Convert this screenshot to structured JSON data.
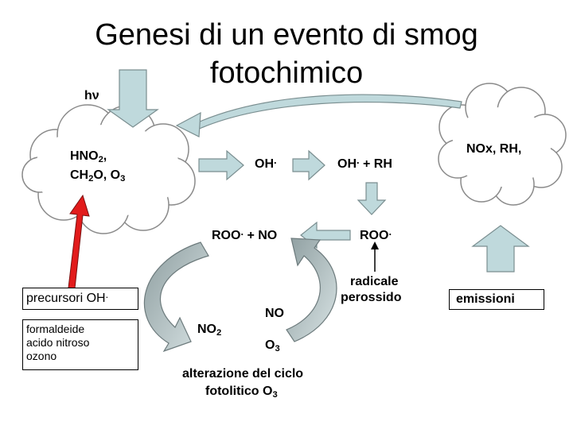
{
  "title": {
    "line1": "Genesi di un evento di smog",
    "line2": "fotochimico"
  },
  "light_label": "hν",
  "left_cloud": {
    "line1_a": "HNO",
    "line1_sub": "2",
    "line1_b": ",",
    "line2_a": "CH",
    "line2_sub1": "2",
    "line2_b": "O, O",
    "line2_sub2": "3"
  },
  "right_cloud_label": "NOx, RH,",
  "oh_radical": {
    "text": "OH",
    "dot": "."
  },
  "oh_plus_rh": {
    "a": "OH",
    "dot": ".",
    "b": " + RH"
  },
  "roo_plus_no": {
    "a": "ROO",
    "dot": ".",
    "b": " + NO"
  },
  "roo": {
    "a": "ROO",
    "dot": "."
  },
  "radicale_perossido": {
    "line1": "radicale",
    "line2": "perossido"
  },
  "no_label": "NO",
  "no2": {
    "a": "NO",
    "sub": "2"
  },
  "o3": {
    "a": "O",
    "sub": "3"
  },
  "alterazione": {
    "line1": "alterazione del ciclo",
    "line2_a": "fotolitico O",
    "line2_sub": "3"
  },
  "precursori_box": {
    "heading": "precursori OH",
    "heading_dot": ".",
    "items": [
      "formaldeide",
      "acido nitroso",
      "ozono"
    ]
  },
  "emissioni_label": "emissioni",
  "colors": {
    "arrow_fill": "#bfd9dc",
    "cycle_fill": "#a6b4b6",
    "red_arrow": "#e21b1b"
  }
}
